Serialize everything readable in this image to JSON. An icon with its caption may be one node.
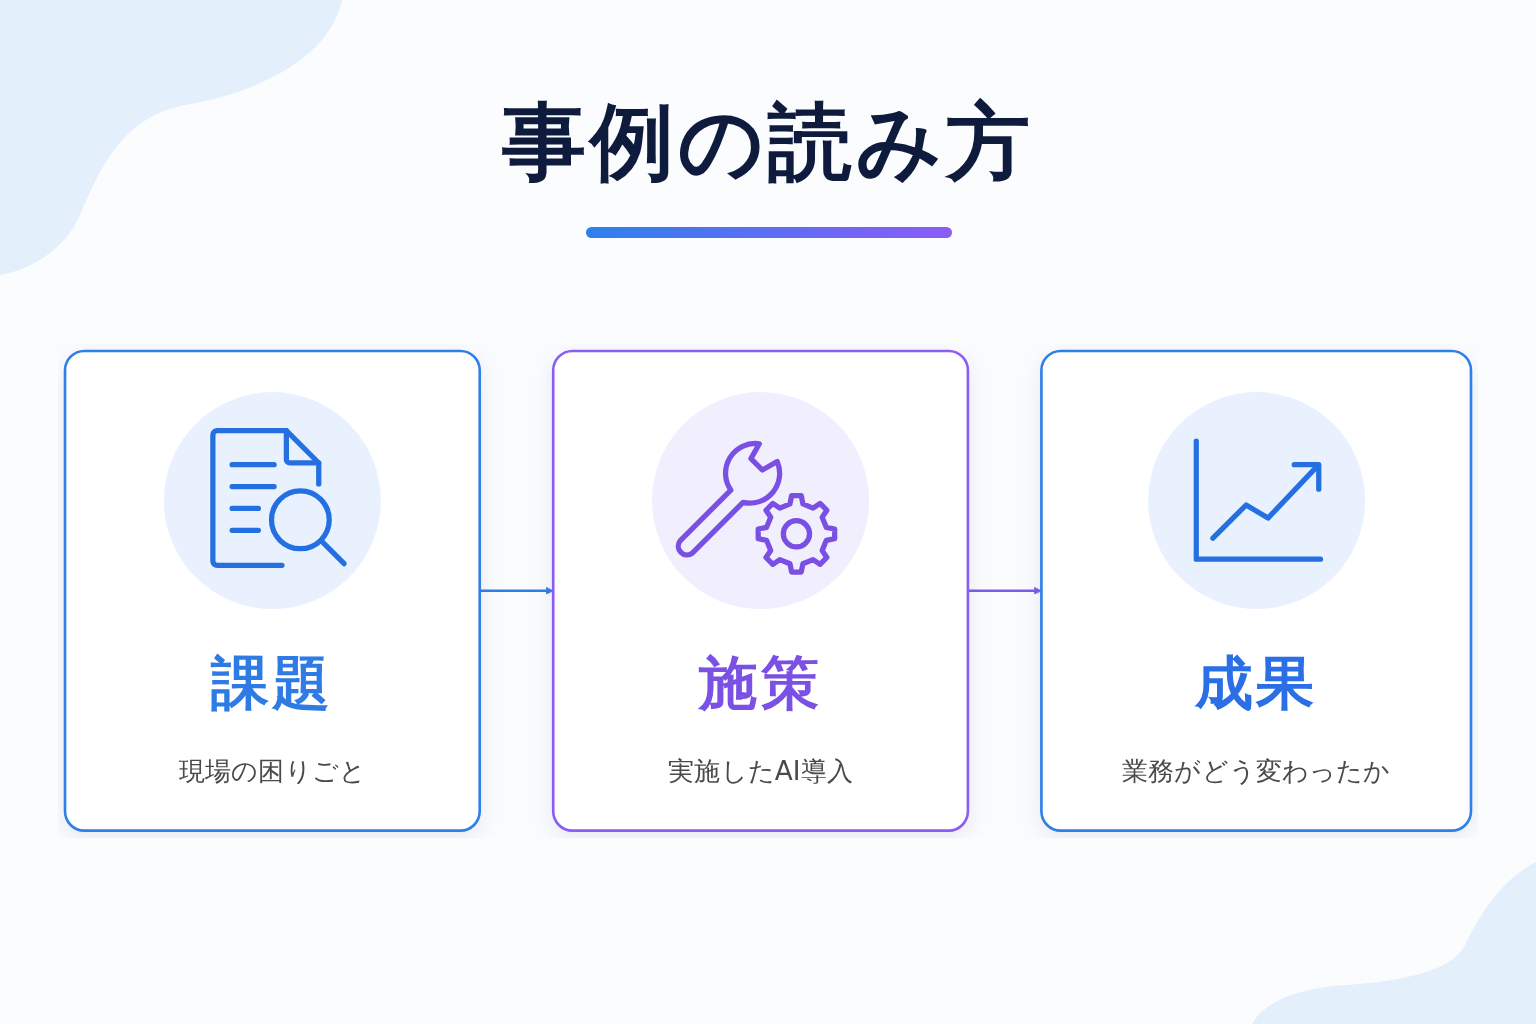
{
  "diagram": {
    "title": "事例の読み方",
    "nodes": [
      {
        "text": [
          "課題",
          "現場の困りごと"
        ]
      },
      {
        "text": [
          "施策",
          "実施したAI導入"
        ]
      },
      {
        "text": [
          "成果",
          "業務がどう変わったか"
        ]
      }
    ],
    "edges": [
      {
        "from": 0,
        "to": 1,
        "arrow": "to",
        "color": "#2f7fe8"
      },
      {
        "from": 1,
        "to": 2,
        "arrow": "to",
        "color": "#7c5ce8"
      }
    ]
  }
}
